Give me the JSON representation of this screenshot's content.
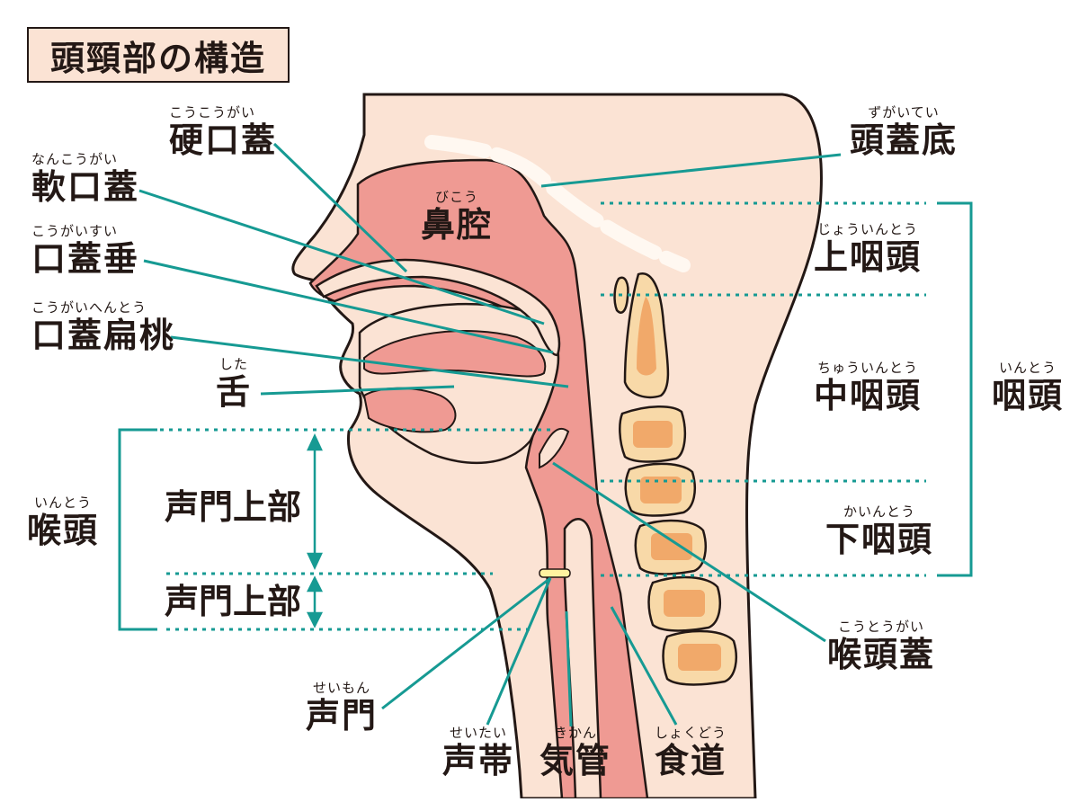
{
  "title": "頭頸部の構造",
  "labels": {
    "hard_palate": {
      "ruby": "こうこうがい",
      "text": "硬口蓋"
    },
    "soft_palate": {
      "ruby": "なんこうがい",
      "text": "軟口蓋"
    },
    "uvula": {
      "ruby": "こうがいすい",
      "text": "口蓋垂"
    },
    "tonsil": {
      "ruby": "こうがいへんとう",
      "text": "口蓋扁桃"
    },
    "tongue": {
      "ruby": "した",
      "text": "舌"
    },
    "nasal_cavity": {
      "ruby": "びこう",
      "text": "鼻腔"
    },
    "skull_base": {
      "ruby": "ずがいてい",
      "text": "頭蓋底"
    },
    "epipharynx": {
      "ruby": "じょういんとう",
      "text": "上咽頭"
    },
    "mesopharynx": {
      "ruby": "ちゅういんとう",
      "text": "中咽頭"
    },
    "hypopharynx": {
      "ruby": "かいんとう",
      "text": "下咽頭"
    },
    "pharynx": {
      "ruby": "いんとう",
      "text": "咽頭"
    },
    "larynx": {
      "ruby": "いんとう",
      "text": "喉頭"
    },
    "supraglottis": {
      "text": "声門上部"
    },
    "subglottis": {
      "text": "声門上部"
    },
    "glottis": {
      "ruby": "せいもん",
      "text": "声門"
    },
    "epiglottis": {
      "ruby": "こうとうがい",
      "text": "喉頭蓋"
    },
    "vocal_cord": {
      "ruby": "せいたい",
      "text": "声帯"
    },
    "trachea": {
      "ruby": "きかん",
      "text": "気管"
    },
    "esophagus": {
      "ruby": "しょくどう",
      "text": "食道"
    }
  },
  "colors": {
    "skin": "#fbe3d4",
    "outline": "#231815",
    "cavity": "#ef9a93",
    "bone": "#f8d9a8",
    "bone_core": "#f1a96a",
    "leader": "#169a93",
    "cord": "#fff3a0"
  }
}
